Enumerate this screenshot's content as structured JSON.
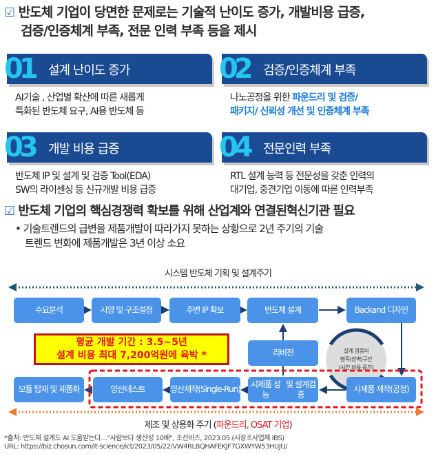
{
  "headline1": {
    "line1": "반도체 기업이 당면한 문제로는 기술적 난이도 증가, 개발비용 급증,",
    "line2": "검증/인증체계 부족, 전문 인력 부족 등을 제시"
  },
  "cards": [
    {
      "num": "01",
      "title": "설계 난이도 증가",
      "desc1": "AI기술 , 산업별 확산에 따른 새롭게",
      "desc2": "특화된 반도체 요구, AI용 반도체 등"
    },
    {
      "num": "02",
      "title": "검증/인증체계 부족",
      "desc1": "나노공정을 위한 ",
      "desc1_hl": "파운드리 및 검증/",
      "desc2_hl": "패키지/ 신뢰성 개선 및 인증체계 부족"
    },
    {
      "num": "03",
      "title": "개발 비용 급증",
      "desc1": "반도체 IP 및 설계 및 검증 Tool(EDA)",
      "desc2": "SW의 라이센싱 등 신규개발 비용 급증"
    },
    {
      "num": "04",
      "title": "전문인력 부족",
      "desc1": "RTL 설계 능력 등 전문성을 갖춘 인력의",
      "desc2": "대기업, 중견기업 이동에 따른 인력부족"
    }
  ],
  "headline2": "반도체 기업의 핵심경쟁력 확보를 위해 산업계와 연결된혁신기관 필요",
  "bullet": {
    "line1": "기술트렌드의 급변을 제품개발이 따라가지 못하는 상황으로 2년 주기의 기술",
    "line2": "트렌드 변화에 제품개발은 3년 이상 소요"
  },
  "diagram": {
    "top_title": "시스템 반도체 기획 및 설계주기",
    "row1": [
      "수요분석",
      "시양 및 구조설정",
      "주변 IP 확보",
      "반도체 설계",
      "Backand 디자인"
    ],
    "revision": "리비전",
    "callout": {
      "line1": "평균 개발 기간 : 3.5~5년",
      "line2": "설계 비용 최대 7,200억원에 육박 *"
    },
    "cycle": {
      "line1": "설계 검증의",
      "line2": "병목(장벽)구간",
      "line3": "(시간 비용 증가)"
    },
    "row2": [
      {
        "l1": "모듈 탑재 및 제품화"
      },
      {
        "l1": "양산테스트"
      },
      {
        "l1": "양산제작",
        "l2": "(Single-Run)"
      },
      {
        "l1": "시제품 성능",
        "l2": "및 설계검증"
      },
      {
        "l1": "시제품 제작",
        "l2": "(공정)"
      }
    ],
    "bottom_title": "제조 및 상용화 주기 (",
    "bottom_title_hl": "파운드리, OSAT 기업",
    "bottom_title_end": ")"
  },
  "footnote": {
    "source": "*출처: 반도체 설계도 AI 도움받는다…\"사람보다 생산성 10배\", 조선비즈, 2023.05.(시장조사업체 IBS)",
    "url": "URL: https://biz.chosun.com/it-science/ict/2023/05/22/VW4RLBQHAFEKJF7GXWYW53HUJU/"
  },
  "colors": {
    "banner": "#1a4a92",
    "accent": "#26c4f0",
    "box": "#4a93e8",
    "highlight": "#1a7be0",
    "red": "#e8141c",
    "yellow": "#ffff00"
  }
}
